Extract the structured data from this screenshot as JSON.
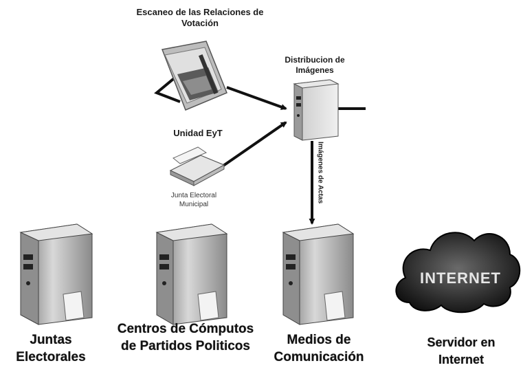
{
  "labels": {
    "scan_title": "Escaneo de las Relaciones de Votación",
    "distribution": "Distribucion de Imágenes",
    "unidad": "Unidad EyT",
    "junta_municipal": "Junta Electoral Municipal",
    "imagenes_actas": "Imágenes de Actas",
    "juntas": "Juntas Electorales",
    "centros": "Centros de Cómputos de Partidos Politicos",
    "medios": "Medios de Comunicación",
    "servidor": "Servidor en Internet",
    "internet": "INTERNET"
  }
}
